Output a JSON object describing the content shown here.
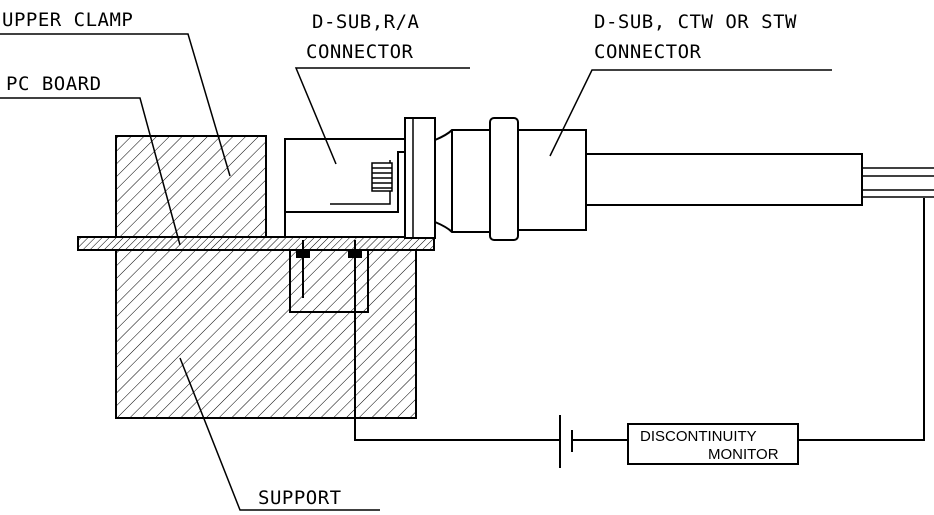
{
  "labels": {
    "upper_clamp": "UPPER CLAMP",
    "pc_board": "PC BOARD",
    "dsub_ra_line1": "D-SUB,R/A",
    "dsub_ra_line2": "CONNECTOR",
    "dsub_ctw_line1": "D-SUB, CTW OR STW",
    "dsub_ctw_line2": "CONNECTOR",
    "support": "SUPPORT",
    "monitor_line1": "DISCONTINUITY",
    "monitor_line2": "MONITOR"
  },
  "colors": {
    "line": "#000000",
    "hatch": "#000000",
    "background": "#ffffff"
  }
}
